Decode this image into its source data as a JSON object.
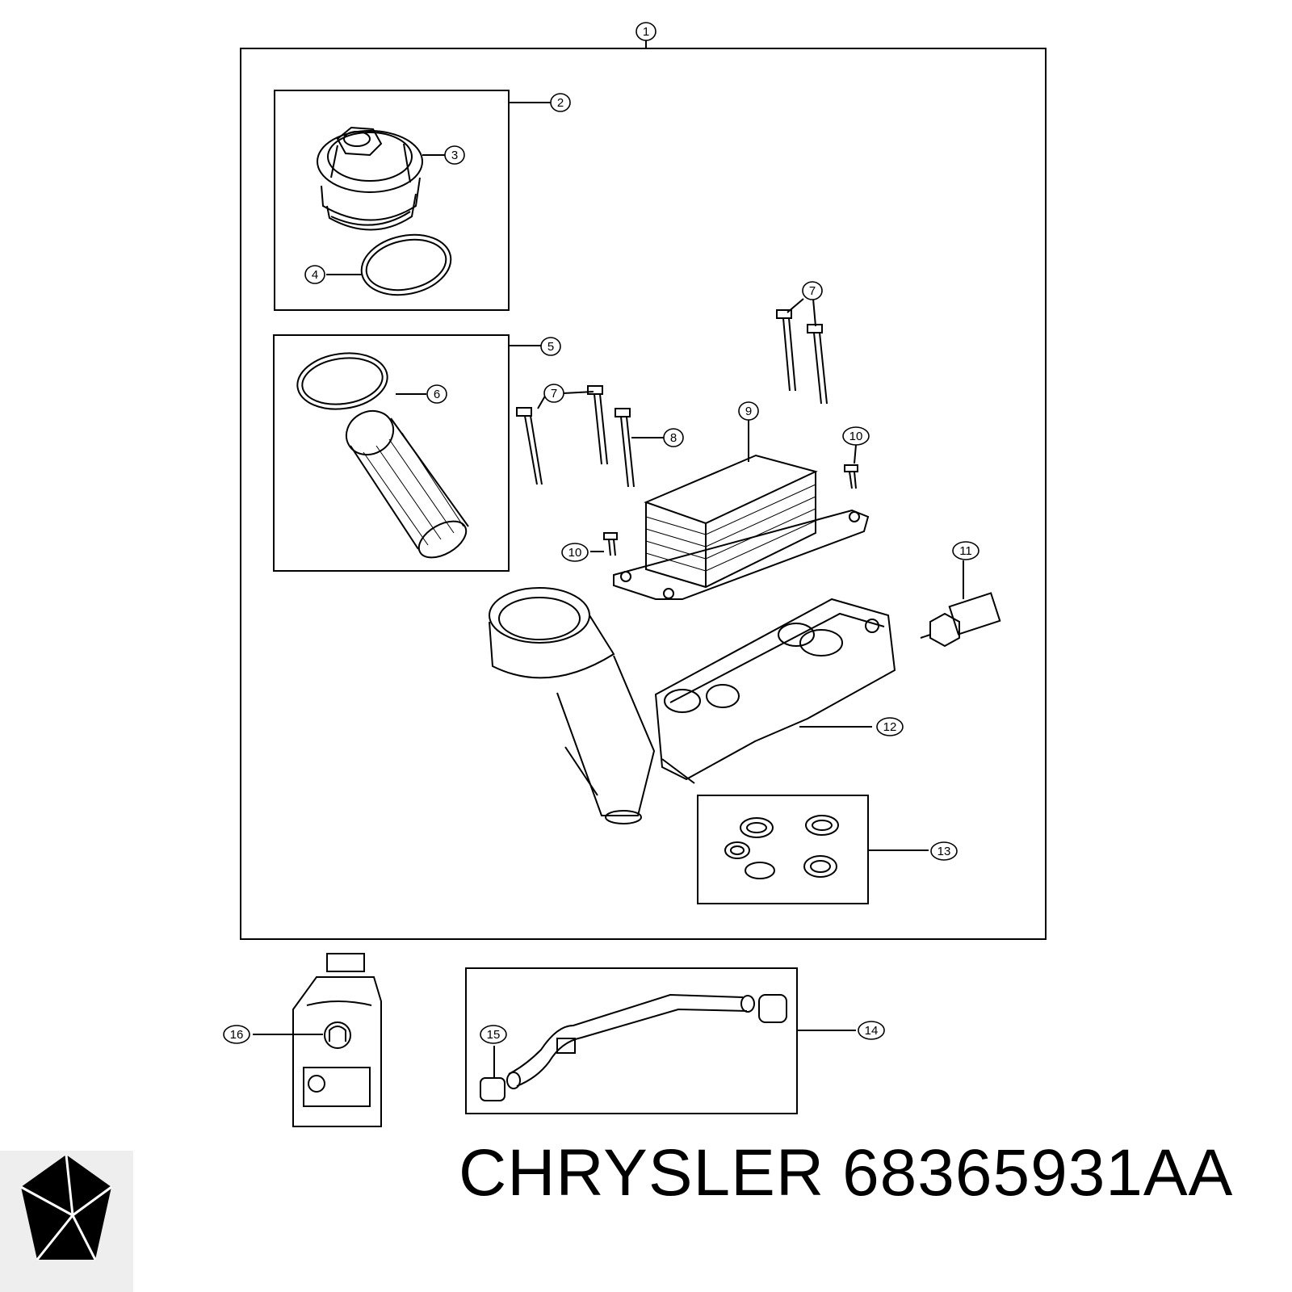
{
  "callouts": [
    "1",
    "2",
    "3",
    "4",
    "5",
    "6",
    "7",
    "7",
    "8",
    "9",
    "10",
    "10",
    "11",
    "12",
    "13",
    "14",
    "15",
    "16"
  ],
  "caption": {
    "brand": "CHRYSLER",
    "part_number": "68365931AA"
  },
  "colors": {
    "ink": "#000000",
    "background": "#ffffff",
    "logo_backdrop": "#eeeeee"
  },
  "icons": {
    "logo": "pentastar-logo-icon"
  }
}
